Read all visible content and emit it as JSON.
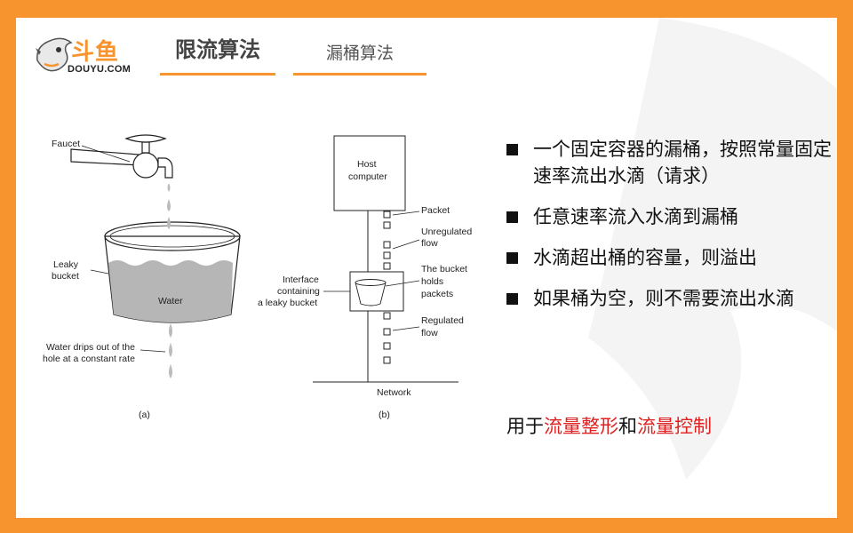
{
  "logo": {
    "cn": "斗鱼",
    "en": "DOUYU.COM"
  },
  "tabs": [
    {
      "label": "限流算法"
    },
    {
      "label": "漏桶算法"
    }
  ],
  "figure_a": {
    "faucet": "Faucet",
    "leaky": "Leaky",
    "bucket": "bucket",
    "water": "Water",
    "drips1": "Water drips out of the",
    "drips2": "hole at a constant rate",
    "caption": "(a)"
  },
  "figure_b": {
    "host1": "Host",
    "host2": "computer",
    "packet": "Packet",
    "unreg1": "Unregulated",
    "unreg2": "flow",
    "iface1": "Interface",
    "iface2": "containing",
    "iface3": "a leaky bucket",
    "holds1": "The bucket",
    "holds2": "holds",
    "holds3": "packets",
    "reg1": "Regulated",
    "reg2": "flow",
    "network": "Network",
    "caption": "(b)"
  },
  "bullets": [
    "一个固定容器的漏桶，按照常量固定速率流出水滴（请求）",
    "任意速率流入水滴到漏桶",
    "水滴超出桶的容量，则溢出",
    "如果桶为空，则不需要流出水滴"
  ],
  "bottom": {
    "prefix": "用于",
    "term1": "流量整形",
    "mid": "和",
    "term2": "流量控制"
  },
  "colors": {
    "accent": "#F7942D",
    "highlight": "#E02020"
  }
}
